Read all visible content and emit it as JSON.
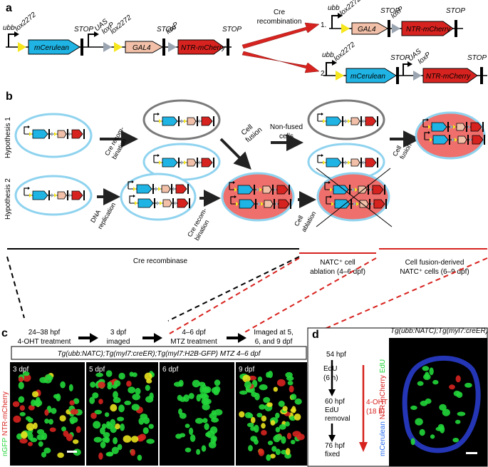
{
  "panels": {
    "a": "a",
    "b": "b",
    "c": "c",
    "d": "d"
  },
  "construct": {
    "ubb": "ubb",
    "lox2272": "lox2272",
    "mCerulean": "mCerulean",
    "stop": "STOP",
    "uas": "UAS",
    "loxP": "loxP",
    "gal4": "GAL4",
    "ntr": "NTR-mCherry"
  },
  "recombination": {
    "label_line1": "Cre",
    "label_line2": "recombination",
    "outcome1": "1.",
    "outcome2": "2."
  },
  "hypotheses": {
    "h1": "Hypothesis 1",
    "h2": "Hypothesis 2",
    "cre_recomb_line1": "Cre recom-",
    "cre_recomb_line2": "bination",
    "non_fused_line1": "Non-fused",
    "non_fused_line2": "cells",
    "cell_fusion_line1": "Cell",
    "cell_fusion_line2": "fusion",
    "dna_rep_line1": "DNA",
    "dna_rep_line2": "replication",
    "cell_ablation_line1": "Cell",
    "cell_ablation_line2": "ablation"
  },
  "timeline": {
    "cre": "Cre recombinase",
    "natc_ablation_line1": "NATC⁺ cell",
    "natc_ablation_line2": "ablation (4–6 dpf)",
    "fusion_derived_line1": "Cell fusion-derived",
    "fusion_derived_line2": "NATC⁺ cells (6–9 dpf)"
  },
  "panel_c": {
    "steps": [
      {
        "l1": "24–38 hpf",
        "l2": "4-OHT treatment"
      },
      {
        "l1": "3 dpf",
        "l2": "imaged"
      },
      {
        "l1": "4–6 dpf",
        "l2": "MTZ treatment"
      },
      {
        "l1": "Imaged at  5,",
        "l2": "6, and 9 dpf"
      }
    ],
    "genotype": "Tg(ubb:NATC);Tg(myl7:creER);Tg(myl7:H2B-GFP) MTZ 4–6 dpf",
    "images": [
      "3 dpf",
      "5 dpf",
      "6 dpf",
      "9 dpf"
    ],
    "side_label_green": "nGFP",
    "side_label_red": "NTR-mCherry"
  },
  "panel_d": {
    "t1": "54 hpf",
    "edu_l1": "EdU",
    "edu_l2": "(6 h)",
    "t2_l1": "60 hpf",
    "t2_l2": "EdU",
    "t2_l3": "removal",
    "t3_l1": "76 hpf",
    "t3_l2": "fixed",
    "oht_l1": "4-OHT",
    "oht_l2": "(18 h)",
    "genotype": "Tg(ubb:NATC);Tg(myl7:creER)",
    "side_blue": "mCerulean",
    "side_red": "NTR-mCherry",
    "side_green": "EdU"
  },
  "colors": {
    "cyan": "#1fb4e4",
    "yellow": "#f5e61d",
    "gray_lox": "#9aa5b1",
    "peach": "#f2c0a8",
    "red": "#d7231f",
    "cell_pink": "#ef6f6c",
    "cell_ring": "#8fd3ef",
    "cell_gray": "#7a7a7a",
    "green": "#22d63a"
  }
}
